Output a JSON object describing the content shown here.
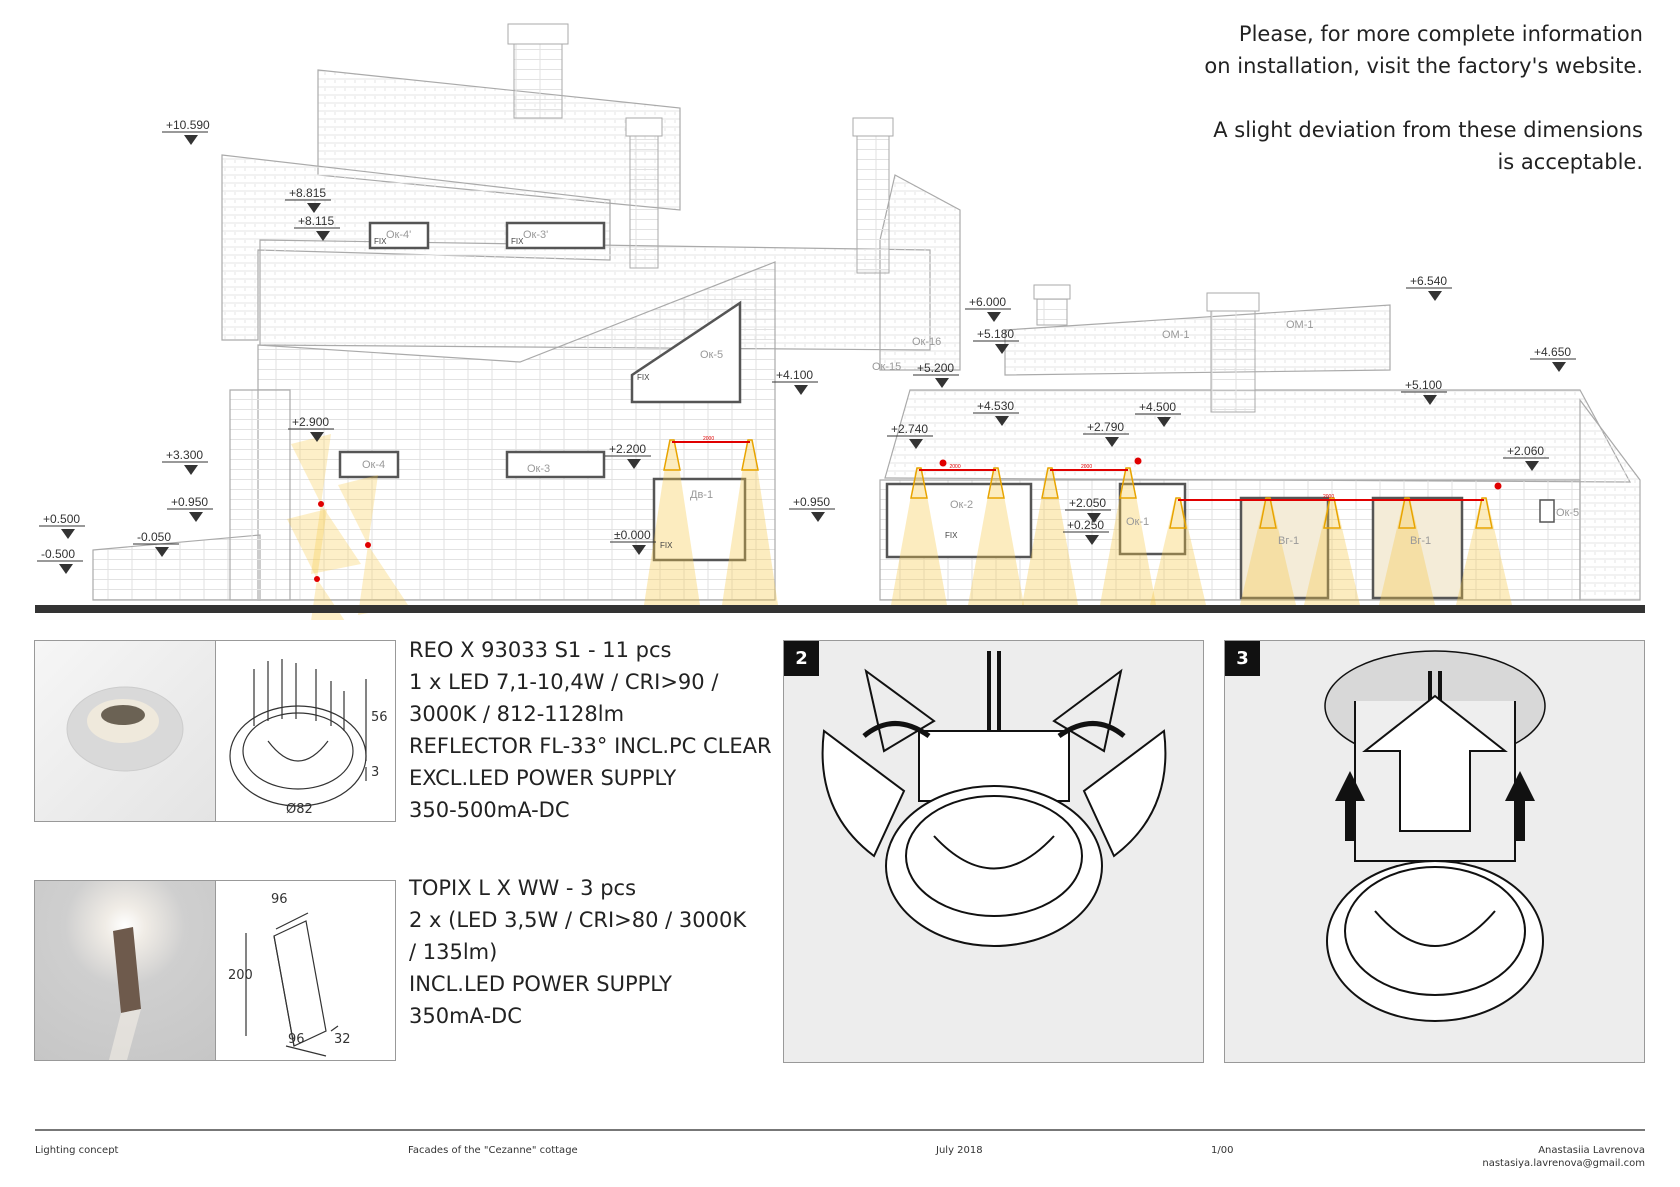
{
  "note": {
    "line1": "Please, for more complete information",
    "line2": "on installation, visit the factory's website.",
    "line3": "A slight deviation from these dimensions",
    "line4": "is acceptable."
  },
  "elevation": {
    "levels": [
      "+10.590",
      "+8.815",
      "+8.115",
      "+3.300",
      "+2.900",
      "+0.950",
      "+0.500",
      "-0.500",
      "-0.050",
      "+2.200",
      "±0.000",
      "+4.100",
      "+0.950",
      "+6.000",
      "+5.180",
      "+5.200",
      "+4.530",
      "+4.500",
      "+2.740",
      "+2.790",
      "+2.050",
      "+0.250",
      "+6.540",
      "+5.100",
      "+4.650",
      "+2.060"
    ],
    "windows": [
      "Ок-4'",
      "Ок-3'",
      "Ок-5",
      "Ок-4",
      "Ок-3",
      "Дв-1",
      "Ок-16",
      "Ок-15",
      "ОМ-1",
      "ОМ-1",
      "Ок-2",
      "Ок-1",
      "Вг-1",
      "Вг-1",
      "Ок-5"
    ],
    "fix": "FIX",
    "span": "2000",
    "colors": {
      "light": "#f7c948",
      "fixture": "#e8a400",
      "wire": "#e00000"
    }
  },
  "products": [
    {
      "lines": [
        "REO X 93033 S1 - 11 pcs",
        "1 x LED 7,1-10,4W / CRI>90 /",
        "3000K / 812-1128lm",
        "REFLECTOR FL-33° INCL.PC CLEAR",
        "EXCL.LED POWER SUPPLY",
        "350-500mA-DC"
      ],
      "dims": {
        "height": "56",
        "rim": "3",
        "diameter": "Ø82"
      }
    },
    {
      "lines": [
        "TOPIX L X WW - 3 pcs",
        "2 x (LED 3,5W / CRI>80 / 3000K",
        "/ 135lm)",
        "INCL.LED POWER SUPPLY",
        "350mA-DC"
      ],
      "dims": {
        "top": "96",
        "height": "200",
        "bottom": "96",
        "depth": "32"
      }
    }
  ],
  "steps": [
    {
      "number": "2"
    },
    {
      "number": "3"
    }
  ],
  "footer": {
    "project": "Lighting concept",
    "sheet": "Facades of the \"Cezanne\" cottage",
    "date": "July 2018",
    "page": "1/00",
    "author": "Anastasiia Lavrenova",
    "email": "nastasiya.lavrenova@gmail.com"
  }
}
